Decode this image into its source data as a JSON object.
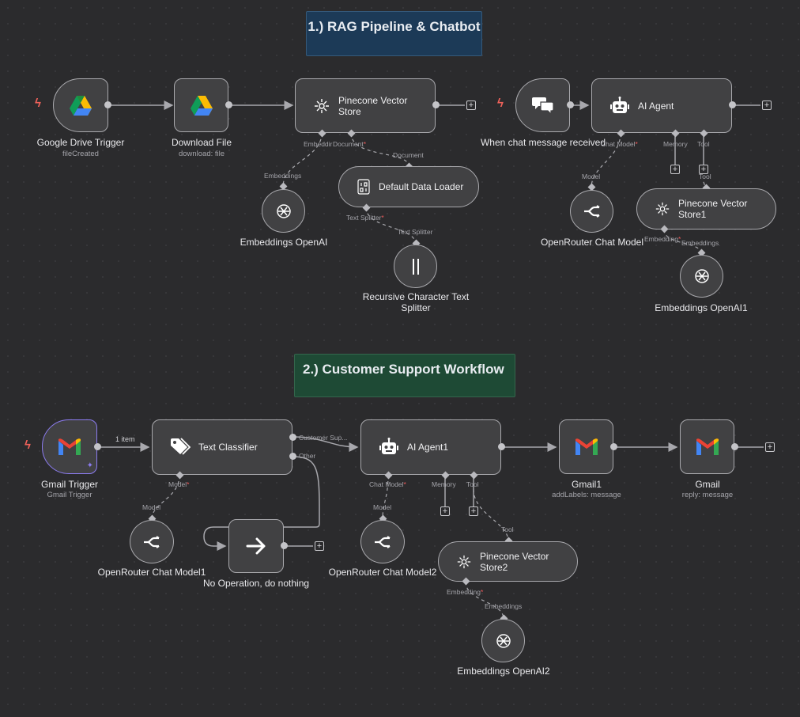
{
  "stickies": {
    "rag_title": "1.) RAG Pipeline & Chatbot",
    "support_title": "2.) Customer Support Workflow"
  },
  "nodes": {
    "gdrive_trigger": {
      "label": "Google Drive Trigger",
      "sub": "fileCreated"
    },
    "download_file": {
      "label": "Download File",
      "sub": "download: file"
    },
    "pinecone_store": {
      "label": "Pinecone Vector Store"
    },
    "chat_trigger": {
      "label": "When chat message received"
    },
    "ai_agent": {
      "label": "AI Agent"
    },
    "embeddings_openai": {
      "label": "Embeddings OpenAI"
    },
    "default_loader": {
      "label": "Default Data Loader"
    },
    "text_splitter": {
      "label": "Recursive Character Text Splitter"
    },
    "openrouter_model": {
      "label": "OpenRouter Chat Model"
    },
    "pinecone_store1": {
      "label": "Pinecone Vector Store1"
    },
    "embeddings_openai1": {
      "label": "Embeddings OpenAI1"
    },
    "gmail_trigger": {
      "label": "Gmail Trigger",
      "sub": "Gmail Trigger"
    },
    "text_classifier": {
      "label": "Text Classifier"
    },
    "ai_agent1": {
      "label": "AI Agent1"
    },
    "gmail1": {
      "label": "Gmail1",
      "sub": "addLabels: message"
    },
    "gmail": {
      "label": "Gmail",
      "sub": "reply: message"
    },
    "openrouter_model1": {
      "label": "OpenRouter Chat Model1"
    },
    "no_op": {
      "label": "No Operation, do nothing"
    },
    "openrouter_model2": {
      "label": "OpenRouter Chat Model2"
    },
    "pinecone_store2": {
      "label": "Pinecone Vector Store2"
    },
    "embeddings_openai2": {
      "label": "Embeddings OpenAI2"
    }
  },
  "ports": {
    "embedding_short": "Embeddir",
    "document": "Document",
    "document_in": "Document",
    "embeddings": "Embeddings",
    "text_splitter": "Text Splitter",
    "text_splitter_in": "Text Splitter",
    "chat_model": "Chat Model",
    "memory": "Memory",
    "tool": "Tool",
    "model": "Model",
    "tool_in": "Tool",
    "embedding": "Embedding",
    "embeddings_in": "Embeddings",
    "model_req": "Model",
    "model_in": "Model",
    "chat_model2": "Chat Model",
    "memory2": "Memory",
    "tool2": "Tool",
    "model_in2": "Model",
    "tool_in2": "Tool",
    "embedding2": "Embedding",
    "embeddings_in2": "Embeddings",
    "customer_support": "Customer Sup...",
    "other": "Other",
    "required_mark": "*"
  },
  "edges": {
    "gmail_items": "1 item"
  },
  "colors": {
    "sticky_blue_bg": "#1c3a57",
    "sticky_blue_border": "#35597a",
    "sticky_green_bg": "#1e4a35",
    "sticky_green_border": "#34664c",
    "wire": "#a8a8ad",
    "required": "#ef5a5a",
    "trigger_bolt": "#f0625a"
  }
}
